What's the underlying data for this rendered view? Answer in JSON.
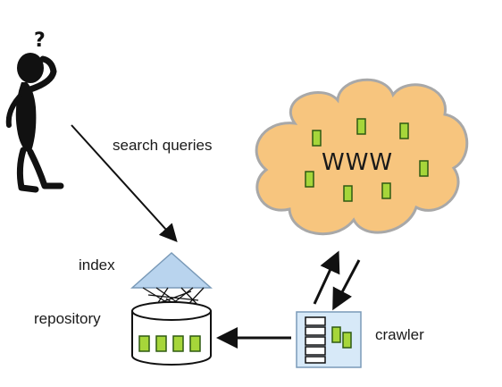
{
  "labels": {
    "search_queries": "search queries",
    "www": "WWW",
    "index": "index",
    "repository": "repository",
    "crawler": "crawler",
    "question_mark": "?"
  },
  "colors": {
    "cloud_fill": "#f7c57e",
    "cloud_stroke": "#a8a8a8",
    "page_fill": "#a6d63a",
    "page_stroke": "#2f5a12",
    "index_fill": "#b9d4ee",
    "crawler_fill": "#d7e9f8",
    "ink": "#111111"
  },
  "icons": {
    "user": "thinking-person-icon",
    "cloud": "web-cloud",
    "index": "index-pyramid",
    "repository": "repository-cylinder",
    "crawler": "crawler-box"
  }
}
